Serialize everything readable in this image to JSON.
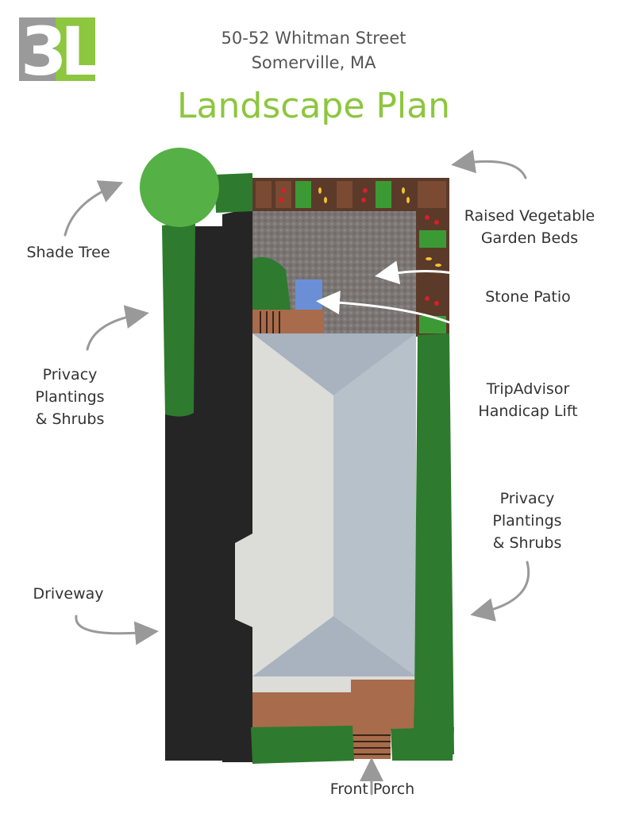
{
  "logo": {
    "text_3": "3",
    "text_l": "L"
  },
  "header": {
    "address_line1": "50-52 Whitman Street",
    "address_line2": "Somerville, MA",
    "title": "Landscape Plan"
  },
  "labels": {
    "shade_tree": "Shade Tree",
    "privacy_left": [
      "Privacy",
      "Plantings",
      "& Shrubs"
    ],
    "driveway": "Driveway",
    "raised_beds": [
      "Raised Vegetable",
      "Garden Beds"
    ],
    "stone_patio": "Stone Patio",
    "handicap_lift": [
      "TripAdvisor",
      "Handicap Lift"
    ],
    "privacy_right": [
      "Privacy",
      "Plantings",
      "& Shrubs"
    ],
    "front_porch": "Front Porch"
  },
  "colors": {
    "accent_green": "#8dc63f",
    "driveway": "#252525",
    "shrub_dark": "#2e7a2e",
    "tree_light": "#55b045",
    "patio": "#7b7674",
    "deck": "#a86b4b",
    "roof_light": "#dcdcd8",
    "roof_blue": "#b7c1c9",
    "lift": "#6a8fd6",
    "soil": "#5b3a2a",
    "arrow": "#999999"
  }
}
